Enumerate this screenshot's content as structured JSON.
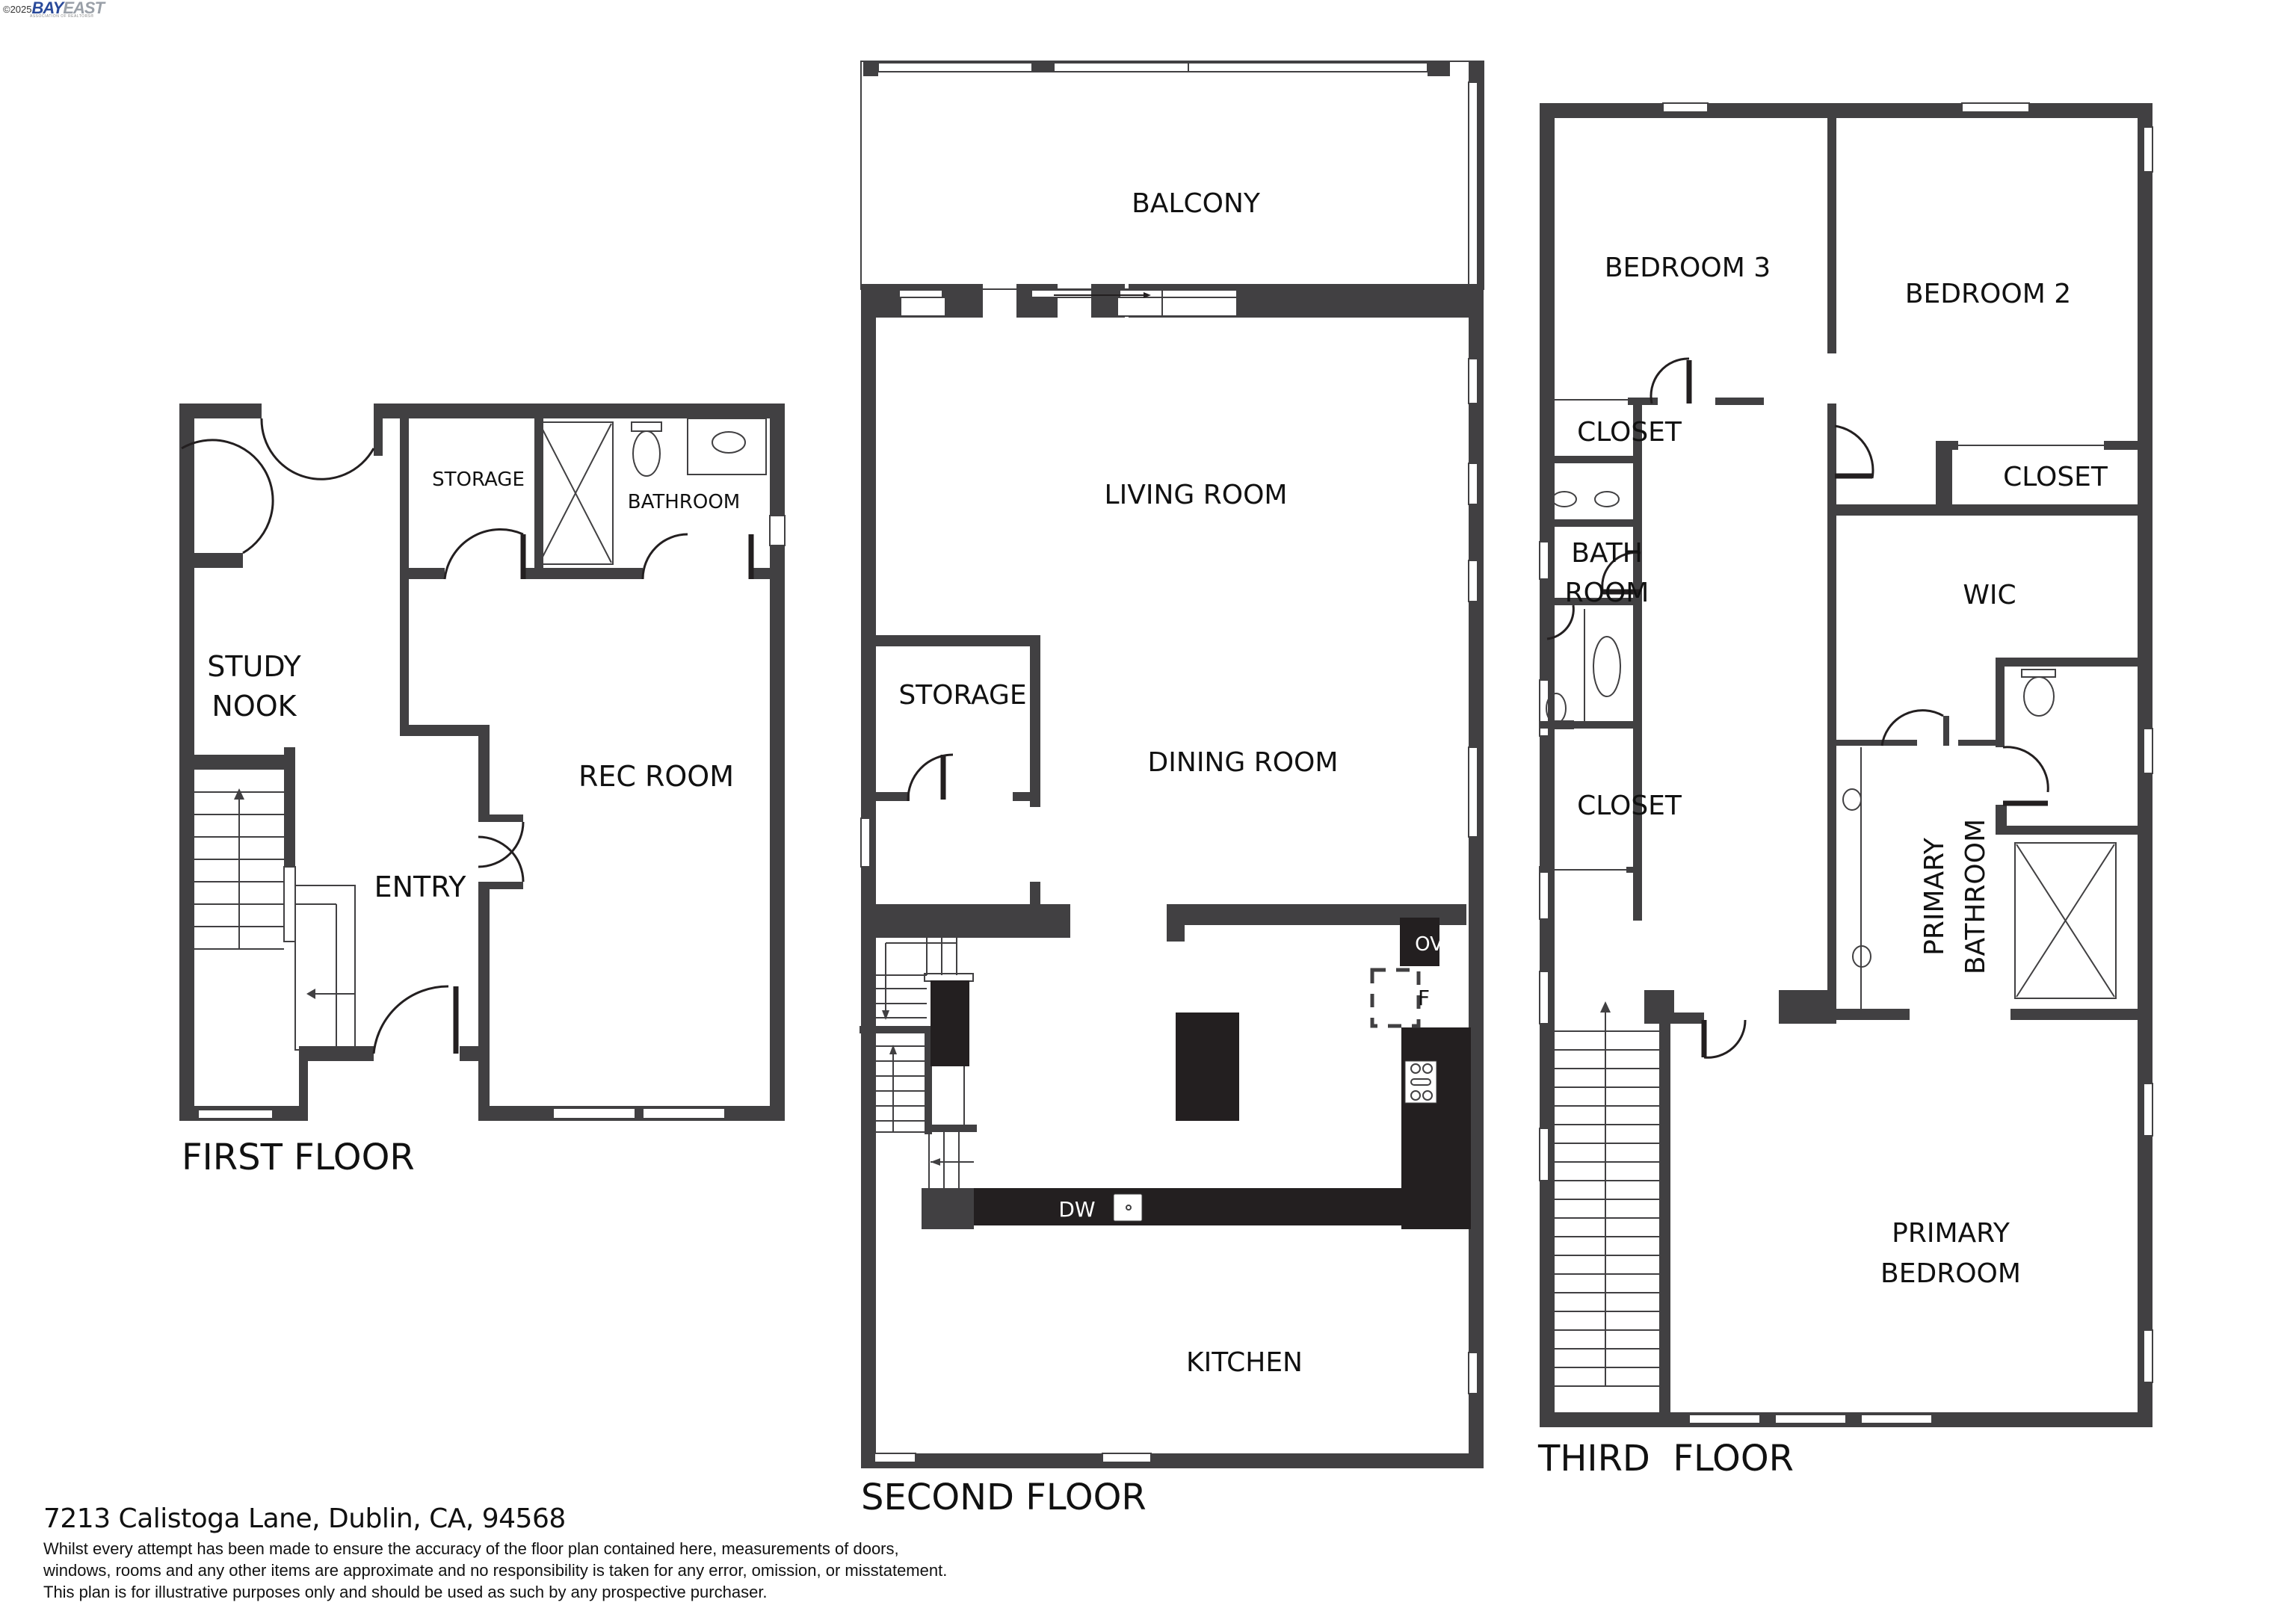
{
  "branding": {
    "copyright": "©2025",
    "logo_part1": "BAY",
    "logo_part2": "EAST",
    "logo_subtitle": "ASSOCIATION OF REALTORS®"
  },
  "floors": {
    "first": {
      "title": "FIRST FLOOR",
      "rooms": {
        "storage": "STORAGE",
        "bathroom": "BATHROOM",
        "study_nook_line1": "STUDY",
        "study_nook_line2": "NOOK",
        "rec_room": "REC ROOM",
        "entry": "ENTRY"
      }
    },
    "second": {
      "title": "SECOND FLOOR",
      "rooms": {
        "balcony": "BALCONY",
        "living_room": "LIVING ROOM",
        "storage": "STORAGE",
        "dining_room": "DINING ROOM",
        "kitchen": "KITCHEN"
      },
      "appliances": {
        "oven": "OV",
        "fridge": "F",
        "dishwasher": "DW"
      }
    },
    "third": {
      "title": "THIRD  FLOOR",
      "rooms": {
        "bedroom3": "BEDROOM 3",
        "bedroom2": "BEDROOM  2",
        "closet_b3": "CLOSET",
        "closet_b2": "CLOSET",
        "bathroom_line1": "BATH",
        "bathroom_line2": "ROOM",
        "wic": "WIC",
        "closet_hall": "CLOSET",
        "primary_bathroom_line1": "PRIMARY",
        "primary_bathroom_line2": "BATHROOM",
        "primary_bedroom_line1": "PRIMARY",
        "primary_bedroom_line2": "BEDROOM"
      }
    }
  },
  "footer": {
    "address": "7213 Calistoga Lane, Dublin, CA, 94568",
    "disclaimer_lines": [
      "Whilst every attempt has been made to ensure the accuracy of the floor plan contained here, measurements of doors,",
      "windows, rooms and any other items are approximate and no responsibility is taken for any error, omission, or misstatement.",
      "This plan is for illustrative purposes only and should be used as such by any prospective purchaser."
    ]
  },
  "colors": {
    "wall": "#414042",
    "fixture_dark": "#231f20",
    "background": "#ffffff",
    "text": "#111111"
  }
}
